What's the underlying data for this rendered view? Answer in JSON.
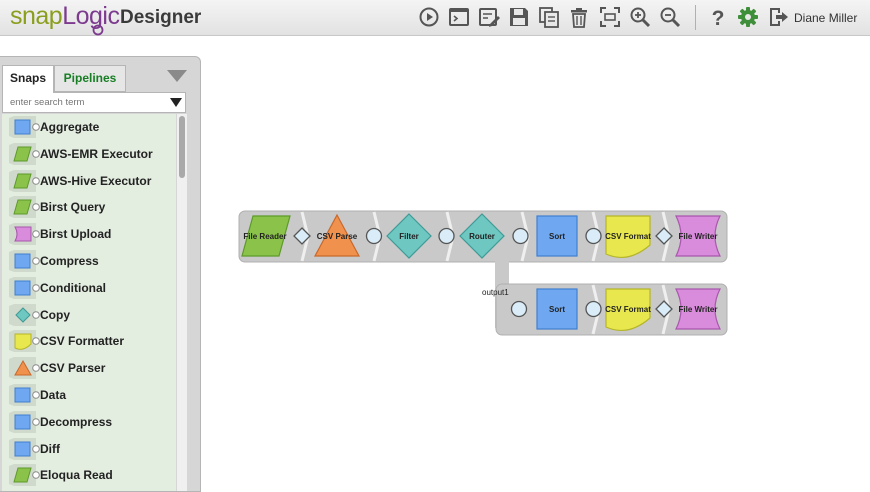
{
  "app": {
    "logo_snap": "snap",
    "logo_logic": "Logic",
    "title": "Designer",
    "user_name": "Diane Miller",
    "brand_green": "#8b9e1e",
    "brand_purple": "#7c3b8e"
  },
  "toolbar": {
    "icons": [
      "play-icon",
      "terminal-icon",
      "edit-properties-icon",
      "save-icon",
      "copy-icon",
      "trash-icon",
      "fit-screen-icon",
      "zoom-in-icon",
      "zoom-out-icon",
      "help-icon",
      "settings-icon",
      "logout-icon"
    ]
  },
  "panel": {
    "tabs": [
      {
        "label": "Snaps",
        "active": true
      },
      {
        "label": "Pipelines",
        "active": false
      }
    ],
    "search_placeholder": "enter search term",
    "snaps": [
      {
        "label": "Aggregate",
        "icon": "blue-square-icon"
      },
      {
        "label": "AWS-EMR Executor",
        "icon": "green-parallelogram-icon"
      },
      {
        "label": "AWS-Hive Executor",
        "icon": "green-parallelogram-icon"
      },
      {
        "label": "Birst Query",
        "icon": "green-parallelogram-icon"
      },
      {
        "label": "Birst Upload",
        "icon": "purple-writer-icon"
      },
      {
        "label": "Compress",
        "icon": "blue-square-icon"
      },
      {
        "label": "Conditional",
        "icon": "blue-square-icon"
      },
      {
        "label": "Copy",
        "icon": "teal-diamond-icon"
      },
      {
        "label": "CSV Formatter",
        "icon": "yellow-formatter-icon"
      },
      {
        "label": "CSV Parser",
        "icon": "orange-triangle-icon"
      },
      {
        "label": "Data",
        "icon": "blue-square-icon"
      },
      {
        "label": "Decompress",
        "icon": "blue-square-icon"
      },
      {
        "label": "Diff",
        "icon": "blue-square-icon"
      },
      {
        "label": "Eloqua Read",
        "icon": "green-parallelogram-icon"
      }
    ]
  },
  "pipeline": {
    "row1": [
      {
        "label": "File Reader",
        "shape": "parallelogram",
        "color": "#8bc34a"
      },
      {
        "label": "CSV Parse",
        "shape": "triangle",
        "color": "#f0924e"
      },
      {
        "label": "Filter",
        "shape": "diamond",
        "color": "#6ec7c1"
      },
      {
        "label": "Router",
        "shape": "diamond",
        "color": "#6ec7c1"
      },
      {
        "label": "Sort",
        "shape": "square",
        "color": "#6fa8f0"
      },
      {
        "label": "CSV Format",
        "shape": "formatter",
        "color": "#e8e84e"
      },
      {
        "label": "File Writer",
        "shape": "writer",
        "color": "#d98bdc"
      }
    ],
    "branch_label": "output1",
    "row2": [
      {
        "label": "Sort",
        "shape": "square",
        "color": "#6fa8f0"
      },
      {
        "label": "CSV Format",
        "shape": "formatter",
        "color": "#e8e84e"
      },
      {
        "label": "File Writer",
        "shape": "writer",
        "color": "#d98bdc"
      }
    ]
  }
}
